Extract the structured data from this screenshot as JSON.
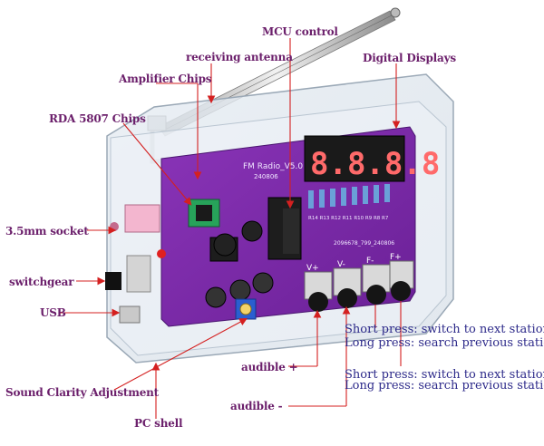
{
  "labels": {
    "receiving_antenna": "receiving antenna",
    "amplifier_chips": "Amplifier Chips",
    "rda_chips": "RDA 5807 Chips",
    "mcu_control": "MCU control",
    "digital_displays": "Digital Displays",
    "socket": "3.5mm socket",
    "switchgear": "switchgear",
    "usb": "USB",
    "sound_clarity": "Sound Clarity Adjustment",
    "pc_shell": "PC shell",
    "audible_plus": "audible +",
    "audible_minus": "audible -"
  },
  "notes": {
    "short_1": "Short press: switch to next station",
    "long_1": "Long press: search previous station",
    "short_2": "Short press: switch to next station",
    "long_2": "Long press: search previous station"
  },
  "board": {
    "title": "FM Radio_V5.0",
    "date": "240806",
    "serial": "2096678_799_240806",
    "display_digits": "8.8.8.8",
    "button_labels": [
      "V+",
      "V-",
      "F-",
      "F+"
    ],
    "resistor_labels": [
      "R14",
      "R13",
      "R12",
      "R11",
      "R10",
      "R9",
      "R8",
      "R7"
    ]
  },
  "colors": {
    "label": "#6b1f6b",
    "note": "#2d2a8a",
    "pcb": "#7a2aa8",
    "arrow": "#d42020",
    "led": "#e02020"
  }
}
